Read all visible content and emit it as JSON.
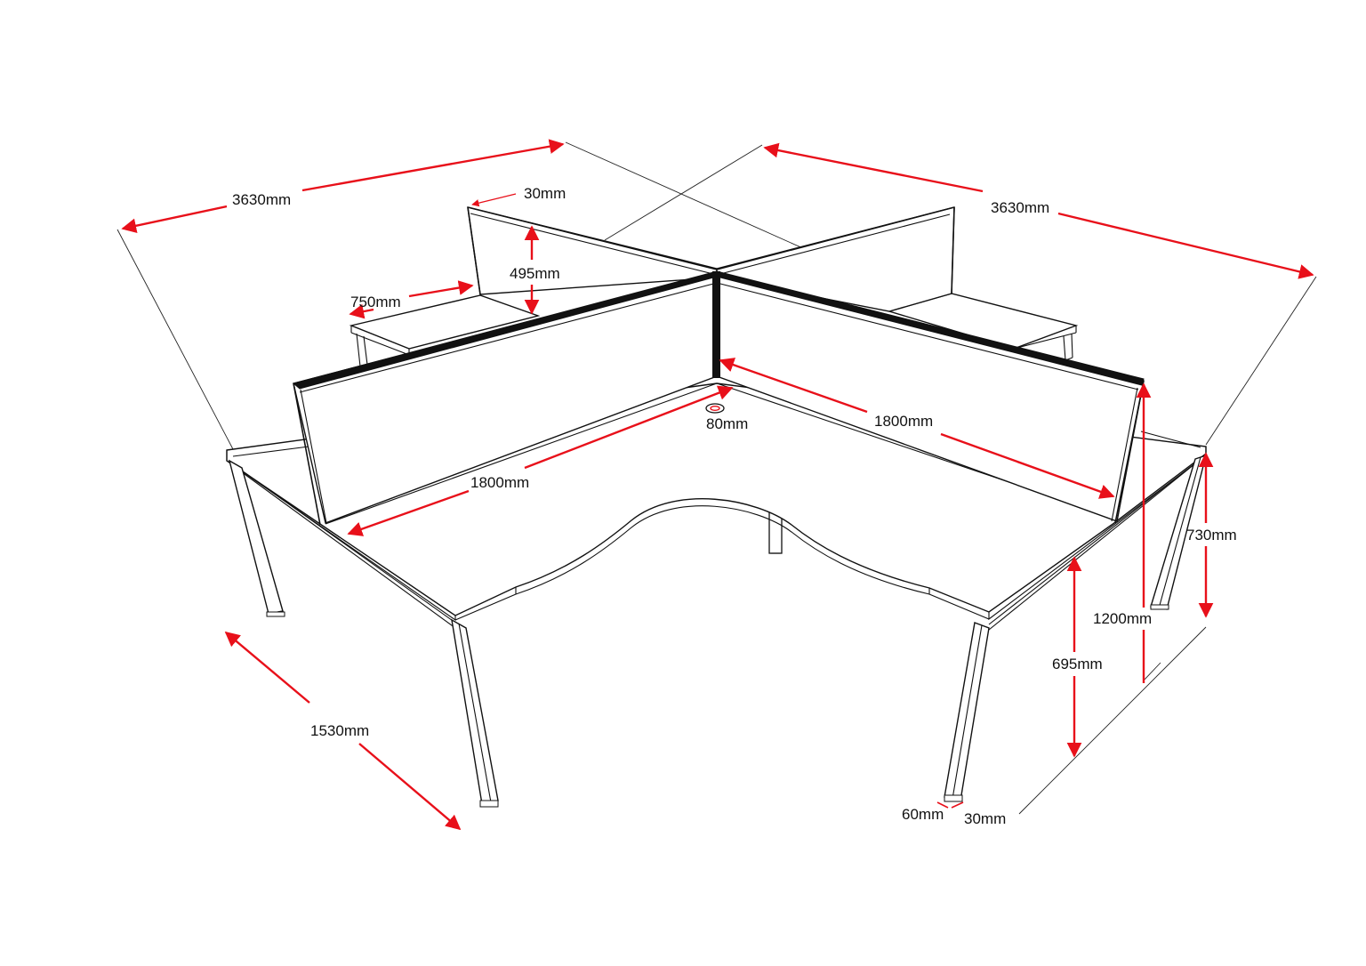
{
  "dimensions": {
    "overall_width_left": "3630mm",
    "overall_width_right": "3630mm",
    "screen_thickness": "30mm",
    "screen_height_above_desk": "495mm",
    "return_depth": "750mm",
    "cable_port": "80mm",
    "desk_length_left": "1800mm",
    "desk_length_right": "1800mm",
    "desk_height": "730mm",
    "screen_total_height": "1200mm",
    "leg_clearance": "695mm",
    "desk_depth": "1530mm",
    "leg_width": "60mm",
    "leg_depth": "30mm"
  },
  "colors": {
    "dimension_arrow": "#e8101a",
    "linework": "#111111",
    "background": "#ffffff"
  }
}
